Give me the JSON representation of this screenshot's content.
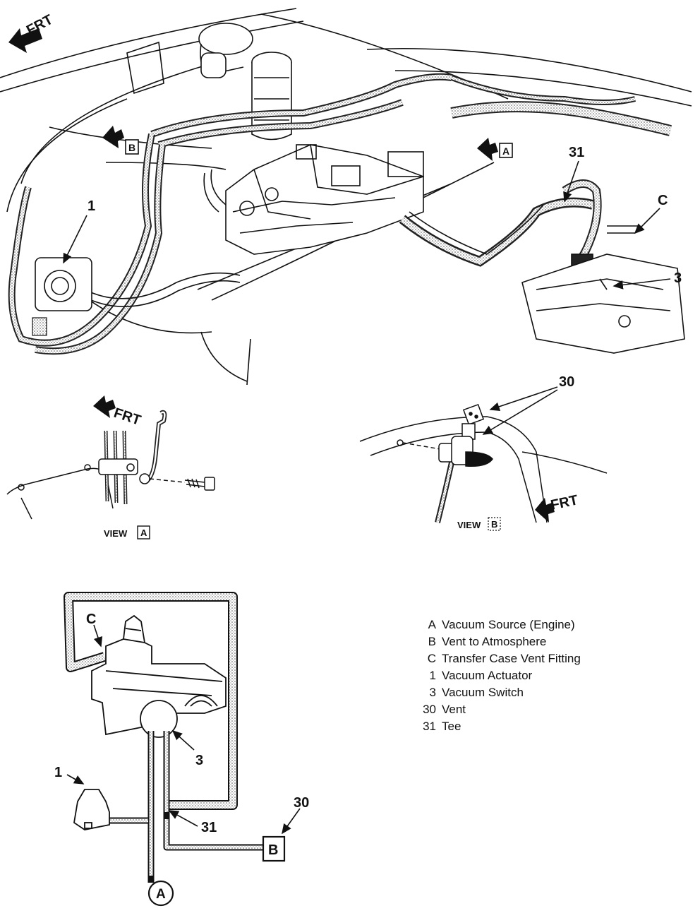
{
  "labels": {
    "frt": "FRT",
    "a": "A",
    "b": "B",
    "c": "C",
    "n1": "1",
    "n3": "3",
    "n30": "30",
    "n31": "31",
    "view": "VIEW"
  },
  "legend": [
    {
      "key": "A",
      "text": "Vacuum Source (Engine)"
    },
    {
      "key": "B",
      "text": "Vent to Atmosphere"
    },
    {
      "key": "C",
      "text": "Transfer Case Vent Fitting"
    },
    {
      "key": "1",
      "text": "Vacuum Actuator"
    },
    {
      "key": "3",
      "text": "Vacuum Switch"
    },
    {
      "key": "30",
      "text": "Vent"
    },
    {
      "key": "31",
      "text": "Tee"
    }
  ]
}
